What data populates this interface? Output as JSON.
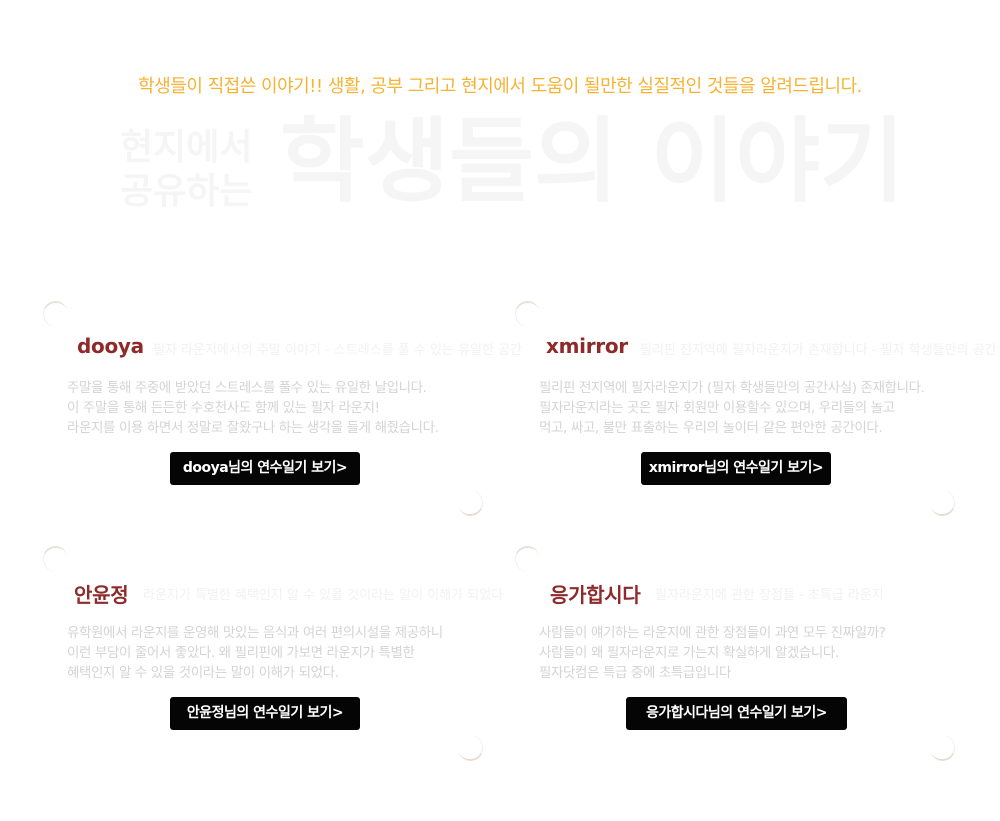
{
  "header": {
    "subtitle": "학생들이 직접쓴 이야기!! 생활, 공부 그리고 현지에서 도움이 될만한 실질적인 것들을 알려드립니다.",
    "bg_small": "현지에서 공유하는",
    "bg_big": "학생들의 이야기"
  },
  "cards": [
    {
      "name": "dooya",
      "subtitle": "필자 라운지에서의 주말 이야기 - 스트레스를 풀 수 있는 유일한 공간",
      "lines": [
        "주말을 통해 주중에 받았던 스트레스를 풀수 있는 유일한 날입니다.",
        "이 주말을 통해 든든한 수호천사도 함께 있는 필자 라운지!",
        "라운지를 이용 하면서 정말로 잘왔구나 하는 생각을 들게 해줬습니다."
      ],
      "button": "dooya님의 연수일기 보기>"
    },
    {
      "name": "xmirror",
      "subtitle": "필리핀 전지역에 필자라운지가 존재합니다 - 필자 학생들만의 공간",
      "lines": [
        "필리핀 전지역에 필자라운지가 (필자 학생들만의 공간사실) 존재합니다.",
        "필자라운지라는 곳은 필자 회원만 이용할수 있으며, 우리들의 놀고",
        "먹고, 싸고, 불만 표출하는 우리의 놀이터 같은 편안한 공간이다."
      ],
      "button": "xmirror님의 연수일기 보기>"
    },
    {
      "name": "안윤정",
      "subtitle": "라운지가 특별한 혜택인지 알 수 있을 것이라는 말이 이해가 되었다",
      "lines": [
        "유학원에서 라운지를 운영해 맛있는 음식과 여러 편의시설을 제공하니",
        "이런 부담이 줄어서 좋았다. 왜 필리핀에 가보면 라운지가 특별한",
        "혜택인지 알 수 있을 것이라는 말이 이해가 되었다."
      ],
      "button": "안윤정님의 연수일기 보기>"
    },
    {
      "name": "응가합시다",
      "subtitle": "필자라운지에 관한 장점들 - 초특급 라운지",
      "lines": [
        "사람들이 얘기하는 라운지에 관한 장점들이 과연 모두 진짜일까?",
        "사람들이 왜 필자라운지로 가는지 확실하게 알겠습니다.",
        "필자닷컴은 특급 중에 초특급입니다"
      ],
      "button": "응가합시다님의 연수일기 보기>"
    }
  ]
}
